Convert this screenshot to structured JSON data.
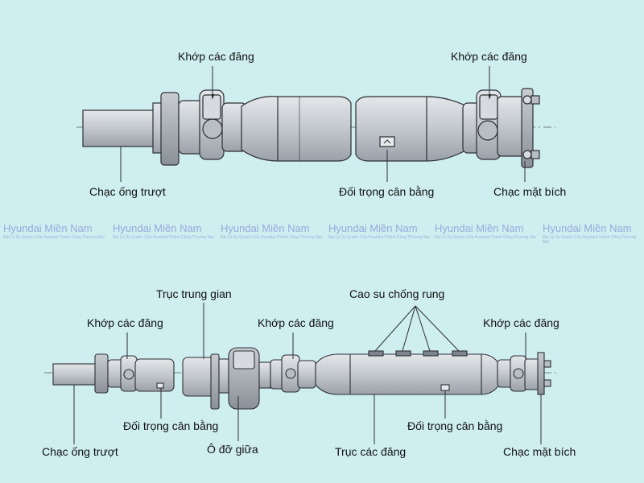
{
  "top_diagram": {
    "labels": {
      "u_joint_left": "Khớp các đăng",
      "u_joint_right": "Khớp các đăng",
      "slip_yoke": "Chạc ống trượt",
      "balance_weight": "Đối trọng cân bằng",
      "flange_yoke": "Chạc mặt bích"
    }
  },
  "watermark": {
    "title": "Hyundai Miền Nam",
    "subtitle": "Đại Lý Ủy Quyền Của Hyundai Thành Công Thương Mại",
    "repeat_count": 6
  },
  "bottom_diagram": {
    "labels": {
      "intermediate_shaft": "Trục trung gian",
      "rubber_damper": "Cao su chống rung",
      "u_joint_1": "Khớp các đăng",
      "u_joint_2": "Khớp các đăng",
      "u_joint_3": "Khớp các đăng",
      "balance_weight_1": "Đối trọng cân bằng",
      "balance_weight_2": "Đối trọng cân bằng",
      "slip_yoke": "Chạc ống trượt",
      "center_bearing": "Ô đỡ giữa",
      "propeller_shaft": "Trục các đăng",
      "flange_yoke": "Chạc mặt bích"
    }
  },
  "colors": {
    "background": "#cfeef0",
    "part_fill": "#c8ccd0",
    "part_dark": "#9aa0a6",
    "outline": "#2c2f33"
  }
}
